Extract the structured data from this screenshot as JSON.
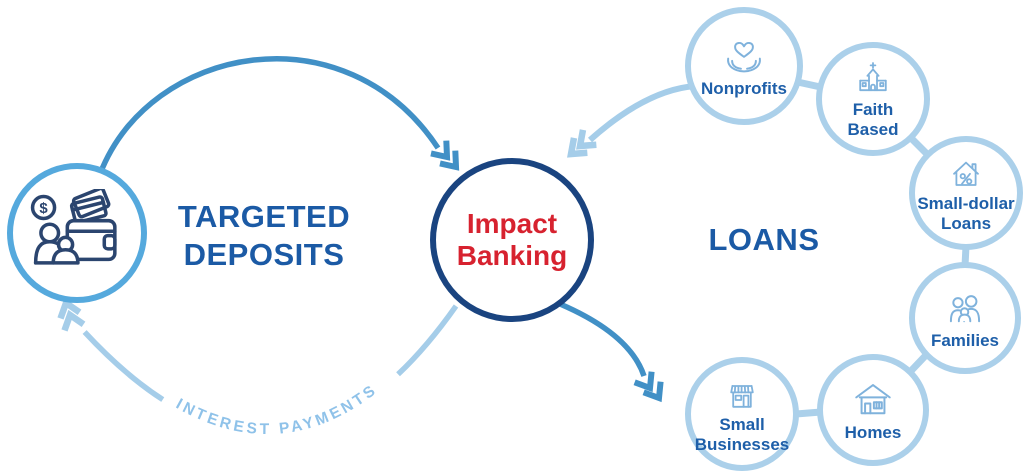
{
  "diagram_title": "Impact Banking flow diagram",
  "colors": {
    "navy_circle": "#1a4480",
    "red_text": "#d7222f",
    "heading_blue": "#1b5aa5",
    "label_blue": "#1e5fa9",
    "bright_circle_border": "#55a9dd",
    "light_circle_border": "#abd0ea",
    "arrow_medium_blue": "#4190c6",
    "arrow_light_blue": "#a5cde9",
    "icon_light_blue": "#7fb2dc",
    "icon_navy": "#2b456f",
    "interest_text_blue": "#8fc2e9"
  },
  "left": {
    "heading_lines": [
      "TARGETED",
      "DEPOSITS"
    ],
    "icon": "deposits-wallet-icon"
  },
  "center": {
    "label_lines": [
      "Impact",
      "Banking"
    ]
  },
  "loans": {
    "heading": "LOANS",
    "nodes": [
      {
        "id": "nonprofits",
        "label": "Nonprofits",
        "lines": [
          "Nonprofits"
        ],
        "icon": "hands-heart-icon"
      },
      {
        "id": "faith-based",
        "label": "Faith Based",
        "lines": [
          "Faith",
          "Based"
        ],
        "icon": "church-icon"
      },
      {
        "id": "small-dollar-loans",
        "label": "Small-dollar Loans",
        "lines": [
          "Small-dollar",
          "Loans"
        ],
        "icon": "house-percent-icon"
      },
      {
        "id": "families",
        "label": "Families",
        "lines": [
          "Families"
        ],
        "icon": "family-icon"
      },
      {
        "id": "homes",
        "label": "Homes",
        "lines": [
          "Homes"
        ],
        "icon": "house-icon"
      },
      {
        "id": "small-businesses",
        "label": "Small Businesses",
        "lines": [
          "Small",
          "Businesses"
        ],
        "icon": "storefront-icon"
      }
    ]
  },
  "flows": {
    "interest_label": "INTEREST PAYMENTS"
  }
}
